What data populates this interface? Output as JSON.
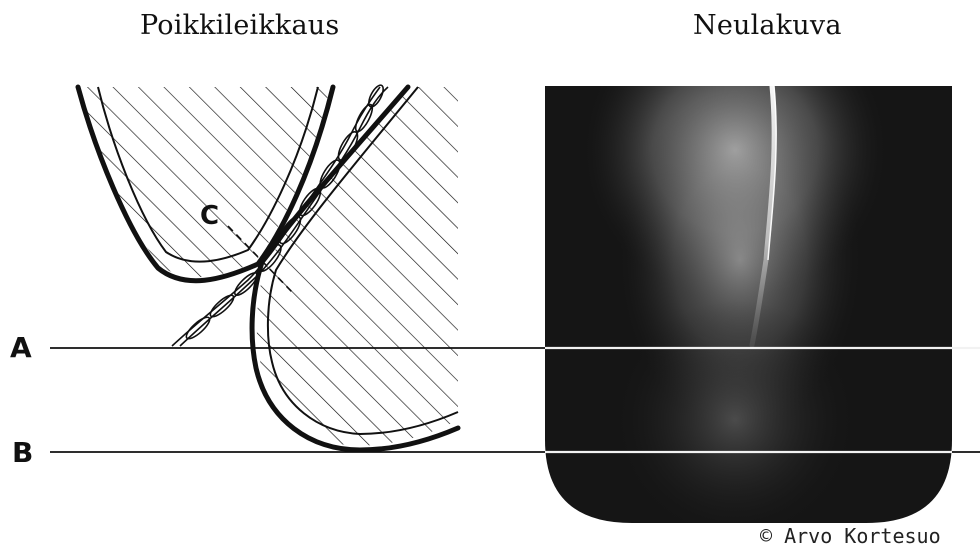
{
  "titles": {
    "left": "Poikkileikkaus",
    "right": "Neulakuva"
  },
  "labels": {
    "a": "A",
    "b": "B",
    "c": "C"
  },
  "copyright": "© Arvo Kortesuo",
  "colors": {
    "ink": "#111111",
    "needle_image_dark": "#151515",
    "needle_image_light": "#d8d8d8"
  }
}
